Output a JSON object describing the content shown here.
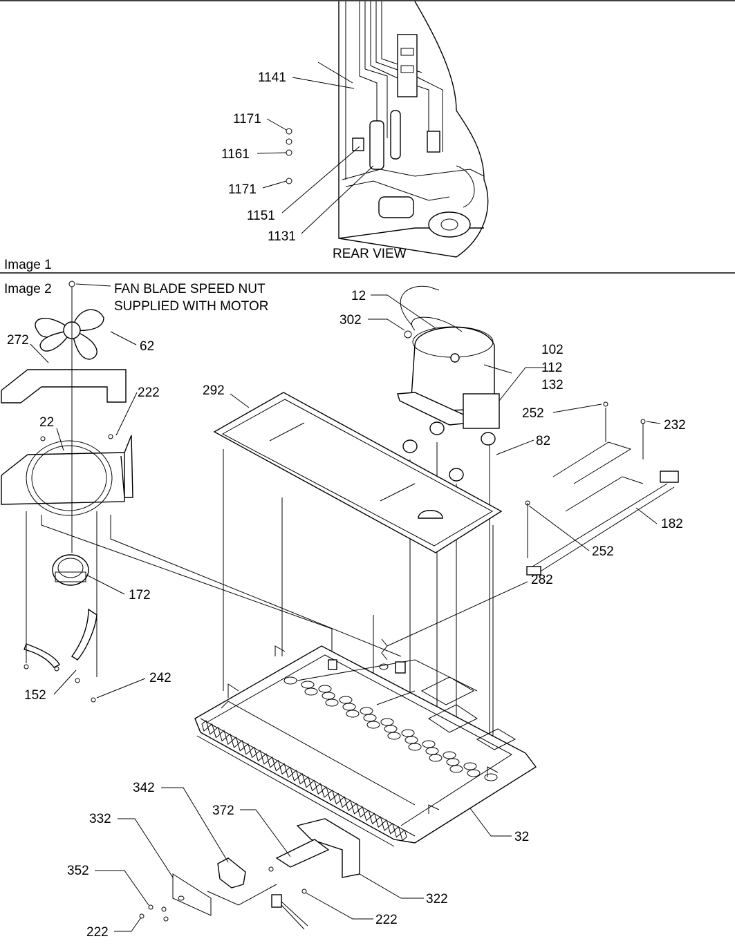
{
  "section1": {
    "caption": "Image 1",
    "view_label": "REAR VIEW",
    "callouts": [
      "1141",
      "1171",
      "1161",
      "1171",
      "1151",
      "1131"
    ]
  },
  "section2": {
    "caption": "Image 2",
    "note_line1": "FAN BLADE SPEED NUT",
    "note_line2": "SUPPLIED WITH MOTOR",
    "callouts": [
      "12",
      "302",
      "102",
      "112",
      "132",
      "272",
      "62",
      "222",
      "22",
      "292",
      "252",
      "232",
      "82",
      "182",
      "252",
      "172",
      "282",
      "152",
      "242",
      "342",
      "332",
      "372",
      "32",
      "352",
      "322",
      "222",
      "222"
    ]
  }
}
